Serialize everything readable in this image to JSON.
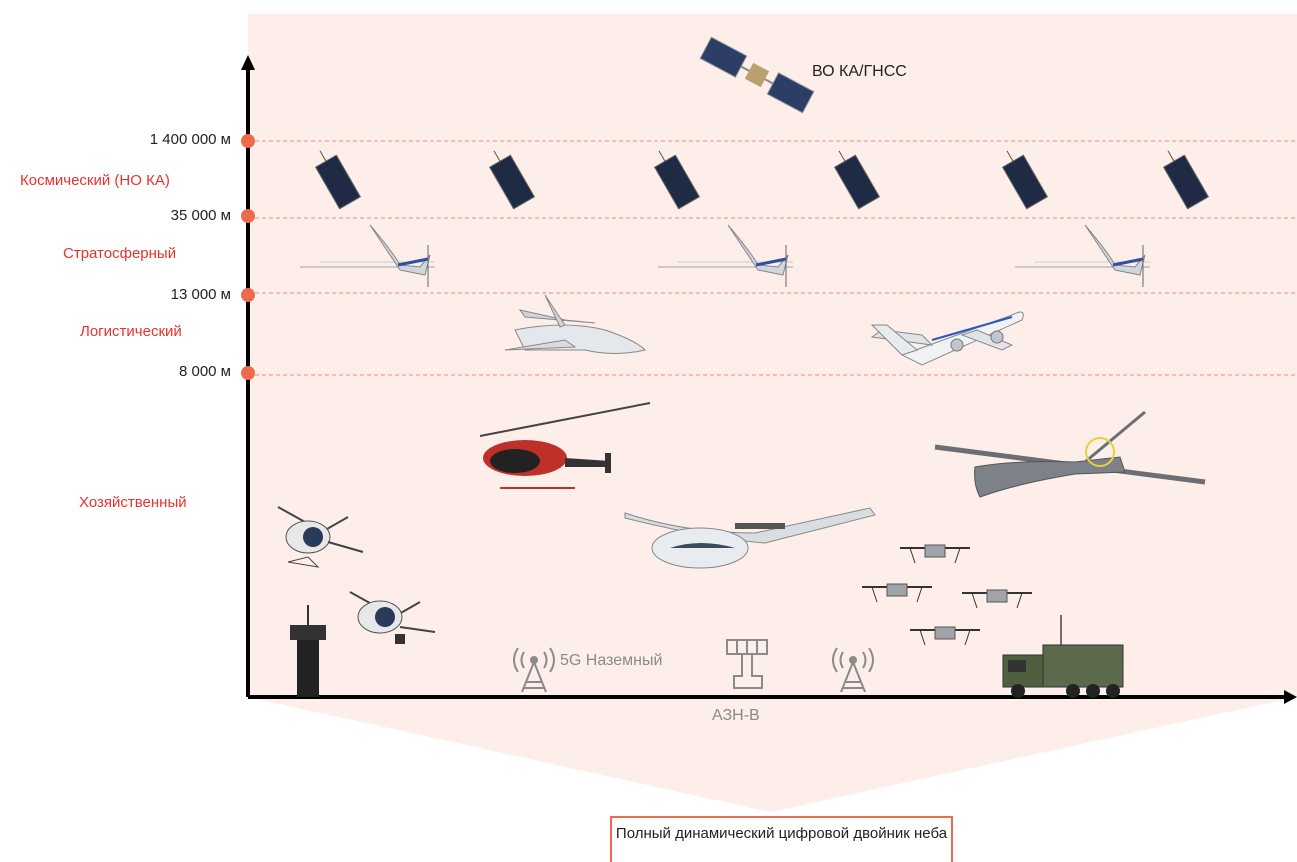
{
  "altitude_markers": [
    {
      "label": "1 400 000 м"
    },
    {
      "label": "35 000 м"
    },
    {
      "label": "13 000 м"
    },
    {
      "label": "8 000 м"
    }
  ],
  "layers": [
    {
      "name": "Космический (НО КА)"
    },
    {
      "name": "Стратосферный"
    },
    {
      "name": "Логистический"
    },
    {
      "name": "Хозяйственный"
    }
  ],
  "geo_satellite_label": "ВО КА/ГНСС",
  "ground_5g_label": "5G Наземный",
  "adsb_label": "АЗН-В",
  "digital_twin_label": "Полный динамический цифровой двойник неба",
  "colors": {
    "accent": "#e8322b",
    "marker": "#ef6a4d",
    "panel": "#fdeeea",
    "axis": "#000000"
  }
}
